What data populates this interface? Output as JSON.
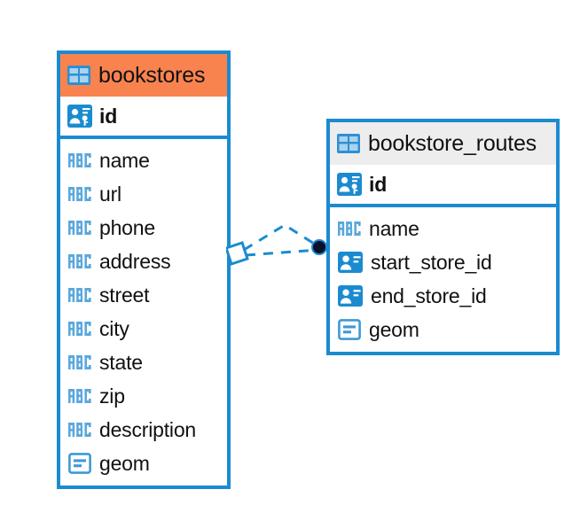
{
  "diagram": {
    "type": "entity-relationship-diagram",
    "background": "#ffffff",
    "colors": {
      "border": "#1b8bd0",
      "header_accent": "#f9834f",
      "header_neutral": "#ededed",
      "icon_blue": "#1b8bd0",
      "icon_light_blue": "#5ba8dd",
      "text": "#111111",
      "connector_line": "#1b8bd0",
      "connector_endpoint": "#0a0f2a"
    },
    "entities": [
      {
        "name": "bookstores",
        "header_style": "accent-orange",
        "table_icon": "table-icon",
        "primary_key": {
          "label": "id",
          "icon": "primary-key-icon"
        },
        "fields": [
          {
            "label": "name",
            "icon": "text-type-icon"
          },
          {
            "label": "url",
            "icon": "text-type-icon"
          },
          {
            "label": "phone",
            "icon": "text-type-icon"
          },
          {
            "label": "address",
            "icon": "text-type-icon"
          },
          {
            "label": "street",
            "icon": "text-type-icon"
          },
          {
            "label": "city",
            "icon": "text-type-icon"
          },
          {
            "label": "state",
            "icon": "text-type-icon"
          },
          {
            "label": "zip",
            "icon": "text-type-icon"
          },
          {
            "label": "description",
            "icon": "text-type-icon"
          },
          {
            "label": "geom",
            "icon": "geometry-type-icon"
          }
        ]
      },
      {
        "name": "bookstore_routes",
        "header_style": "accent-grey",
        "table_icon": "table-icon",
        "primary_key": {
          "label": "id",
          "icon": "primary-key-icon"
        },
        "fields": [
          {
            "label": "name",
            "icon": "text-type-icon"
          },
          {
            "label": "start_store_id",
            "icon": "foreign-key-icon"
          },
          {
            "label": "end_store_id",
            "icon": "foreign-key-icon"
          },
          {
            "label": "geom",
            "icon": "geometry-type-icon"
          }
        ]
      }
    ],
    "relationship": {
      "from_entity": "bookstores",
      "to_entity": "bookstore_routes",
      "line_style": "dashed",
      "source_marker": "diamond-outline-marker",
      "target_marker": "filled-circle-marker"
    }
  }
}
